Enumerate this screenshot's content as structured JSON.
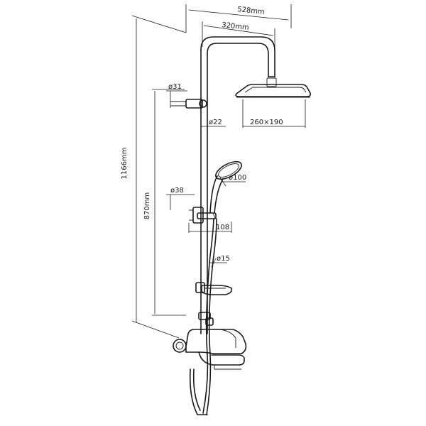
{
  "dimensions": {
    "total_width": "528mm",
    "arm_length": "320mm",
    "total_height": "1166mm",
    "rail_height": "870mm",
    "wall_bracket_diameter": "ø31",
    "rail_diameter": "ø22",
    "head_size": "260×190",
    "hand_shower_diameter": "ø100",
    "slider_diameter": "ø38",
    "slider_projection": "108",
    "hose_diameter": "ø15"
  }
}
